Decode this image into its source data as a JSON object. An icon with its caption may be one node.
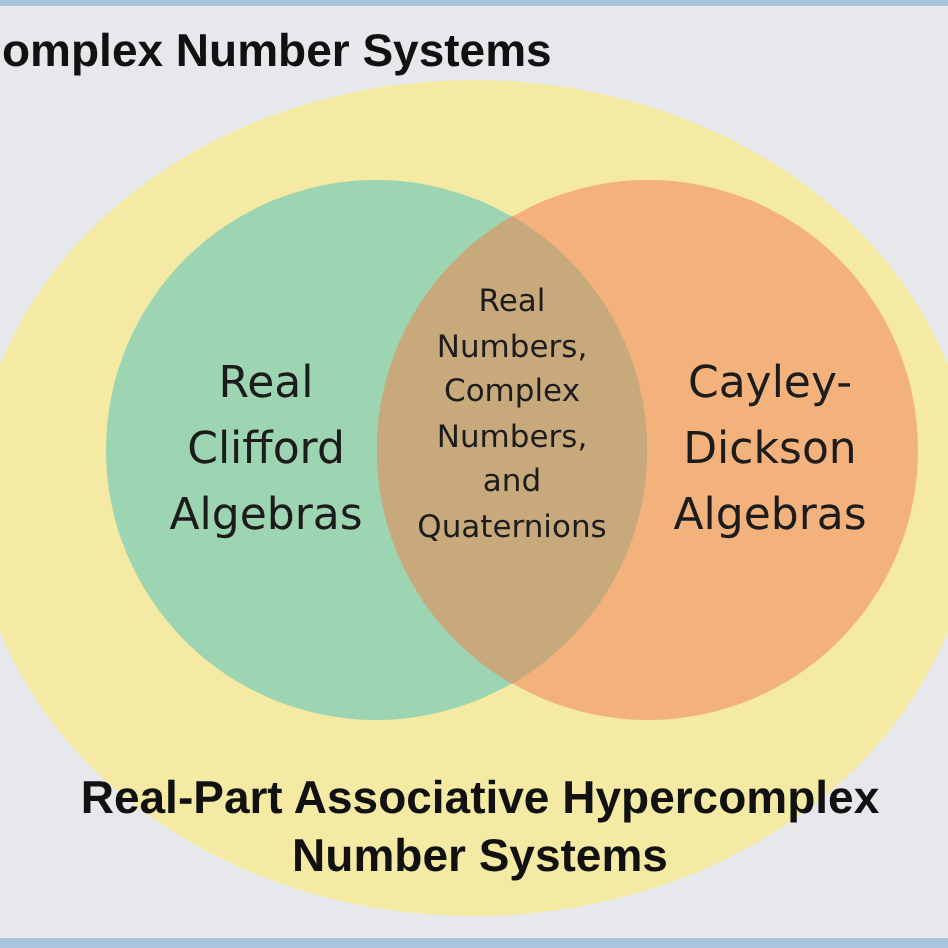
{
  "diagram": {
    "nodes": [
      {
        "text": [
          "omplex Number Systems"
        ]
      },
      {
        "text": [
          "Real-Part Associative Hypercomplex Number Systems"
        ],
        "in": 0
      },
      {
        "text": [
          "Real Clifford Algebras"
        ],
        "in": 1
      },
      {
        "text": [
          "Cayley-Dickson Algebras"
        ],
        "in": 1
      },
      {
        "text": [
          "Real Numbers, Complex Numbers, and Quaternions"
        ]
      }
    ]
  }
}
